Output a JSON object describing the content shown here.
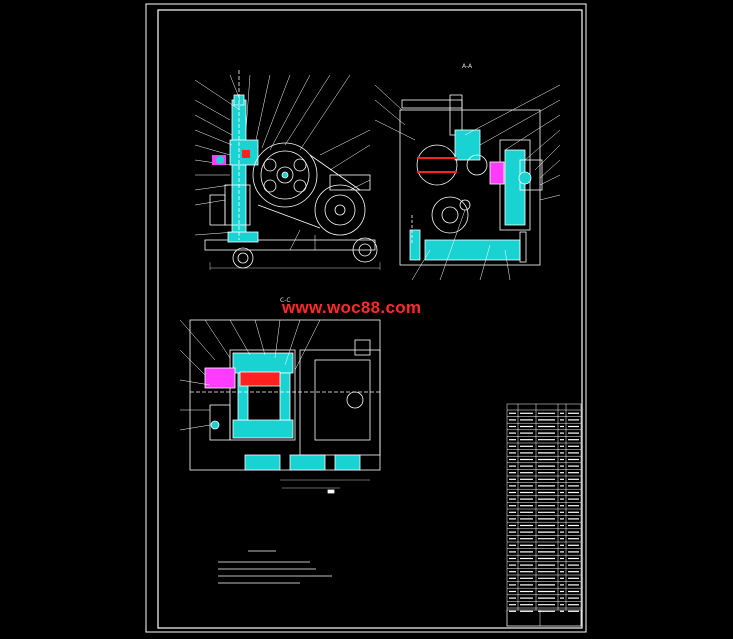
{
  "drawing": {
    "watermark": "www.woc88.com",
    "view_label_top_right": "A-A",
    "view_label_bottom": "C-C",
    "colors": {
      "background": "#000000",
      "frame": "#ffffff",
      "part_outline": "#ffffff",
      "section_fill": "#19d3d3",
      "accent_magenta": "#ff3cff",
      "accent_red": "#ff2020",
      "watermark": "#ff2a2a"
    }
  }
}
